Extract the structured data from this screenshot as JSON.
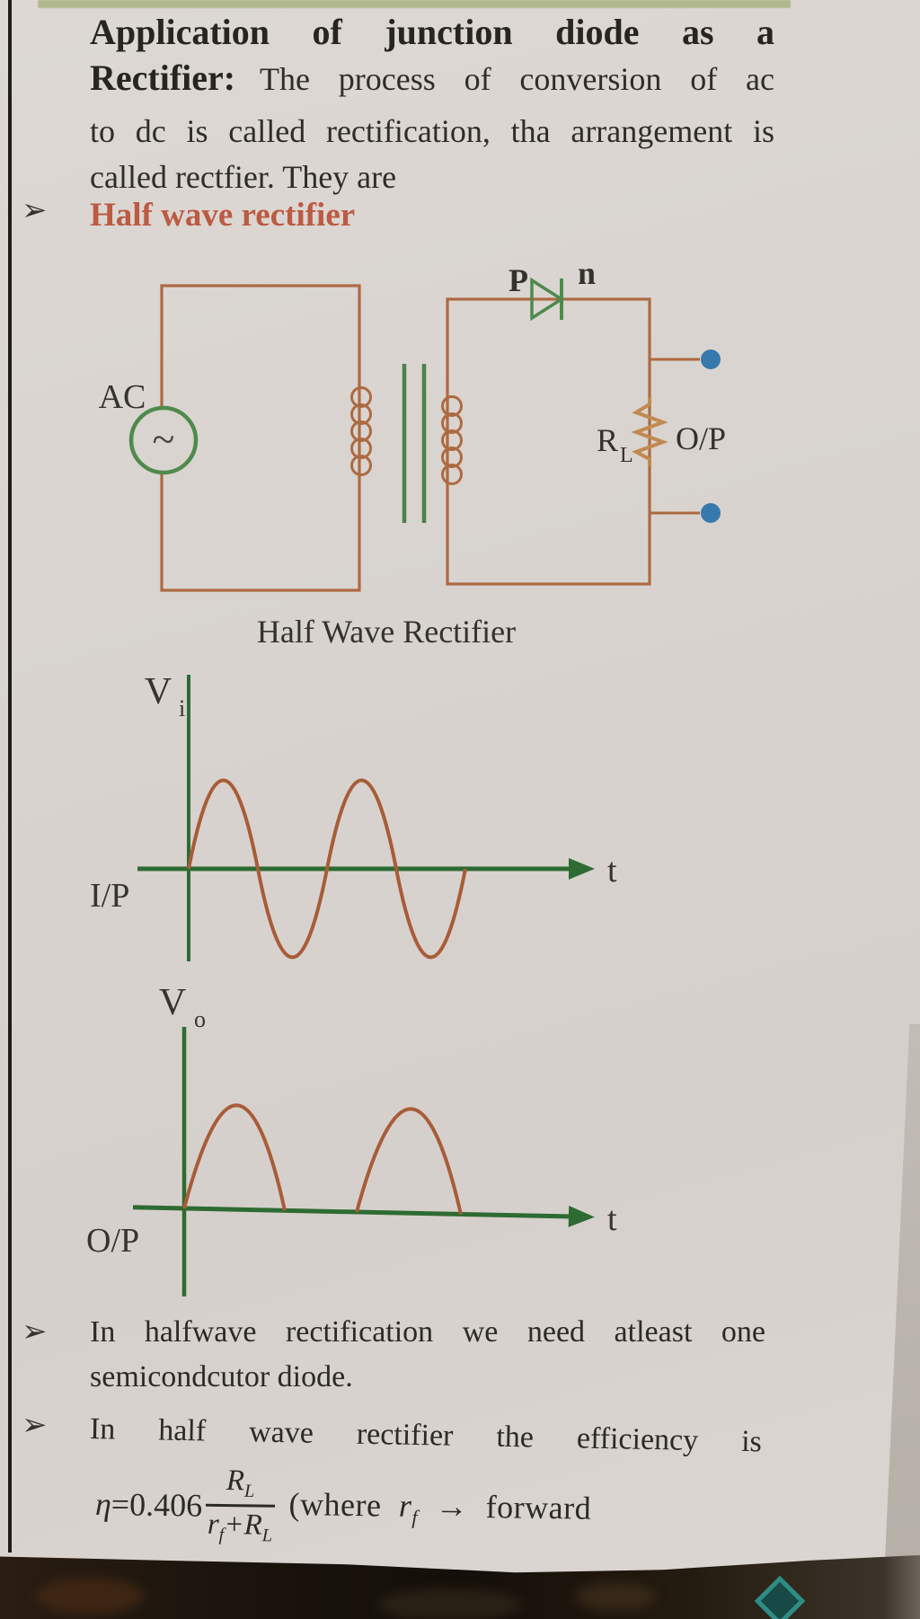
{
  "heading": {
    "line1": "Application of junction diode as a",
    "line2_bold": "Rectifier:",
    "line2_rest": "The process of conversion of ac",
    "line3": "to dc is called rectification, tha arrangement is",
    "line4": "called rectfier. They are"
  },
  "bullet_marker": "➢",
  "section": {
    "title": "Half wave rectifier"
  },
  "circuit": {
    "caption": "Half Wave Rectifier",
    "ac_label": "AC",
    "ac_symbol": "~",
    "diode_p": "P",
    "diode_n": "n",
    "load_label": "R",
    "load_label_sub": "L",
    "output_label": "O/P",
    "colors": {
      "wire": "#ad6a41",
      "green": "#4b8249",
      "resistor": "#c08a50",
      "terminal": "#3779ad"
    }
  },
  "graphs": {
    "axis_color": "#2e6b33",
    "wave_color": "#a85c38",
    "input": {
      "y_label": "V",
      "y_label_sub": "i",
      "x_label": "t",
      "name": "I/P",
      "type": "sine",
      "cycles": 2
    },
    "output": {
      "y_label": "V",
      "y_label_sub": "o",
      "x_label": "t",
      "name": "O/P",
      "type": "half-wave-rectified",
      "pulses": 2
    }
  },
  "notes": {
    "n1_line1": "In halfwave rectification we need atleast one",
    "n1_line2": "semicondcutor diode.",
    "n2": "In half wave rectifier the efficiency is"
  },
  "formula": {
    "eta": "η",
    "equals": "=",
    "coefficient": "0.406",
    "num_base": "R",
    "num_sub": "L",
    "den_left_base": "r",
    "den_left_sub": "f",
    "plus": "+",
    "den_right_base": "R",
    "den_right_sub": "L",
    "where": "(where",
    "where_var": "r",
    "where_var_sub": "f",
    "arrow": "→",
    "tail": "forward"
  }
}
